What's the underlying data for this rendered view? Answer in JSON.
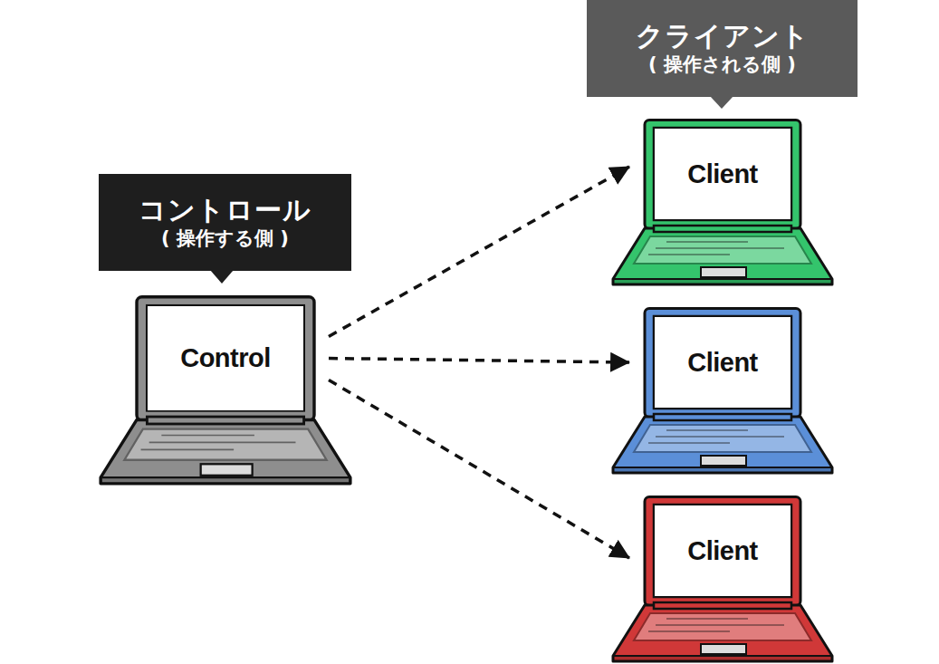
{
  "diagram": {
    "nodes": [
      {
        "text": [
          "コントロール",
          "( 操作する側 )"
        ]
      },
      {
        "text": [
          "Control"
        ]
      },
      {
        "text": [
          "クライアント",
          "( 操作される側 )"
        ]
      },
      {
        "text": [
          "Client"
        ]
      },
      {
        "text": [
          "Client"
        ]
      },
      {
        "text": [
          "Client"
        ]
      }
    ],
    "edges": [
      {
        "from": 1,
        "to": 3,
        "arrow": "to"
      },
      {
        "from": 1,
        "to": 4,
        "arrow": "to"
      },
      {
        "from": 1,
        "to": 5,
        "arrow": "to"
      }
    ]
  }
}
